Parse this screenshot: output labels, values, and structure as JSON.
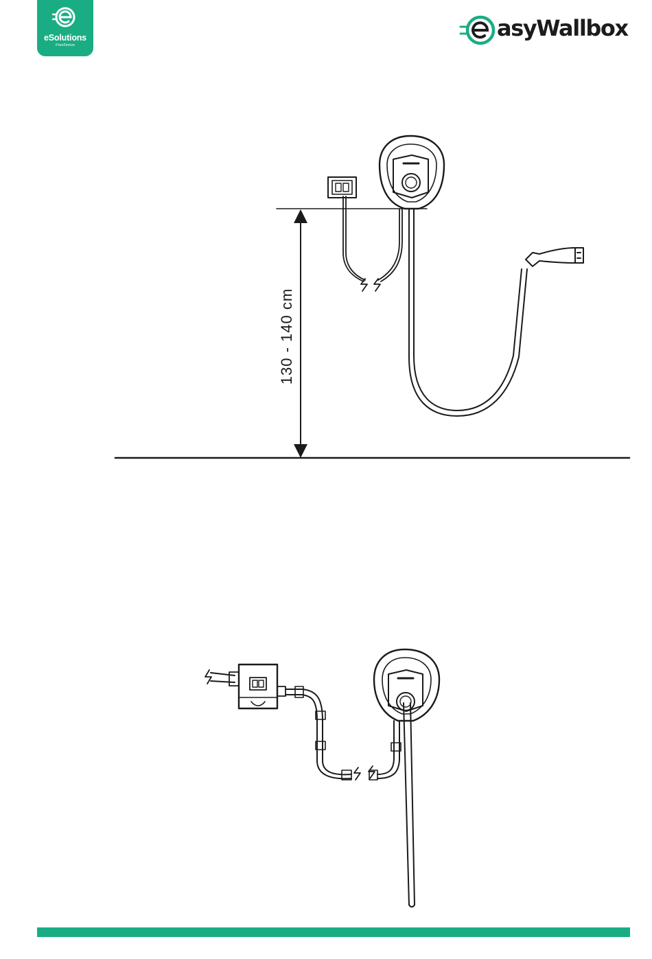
{
  "header": {
    "left_logo": {
      "brand": "eSolutions",
      "sub": "Free2move",
      "icon": "e-plug-icon",
      "background_color": "#1aad84"
    },
    "right_logo": {
      "wordmark": "asyWallbox",
      "icon": "e-plug-circle-icon",
      "accent_color": "#1aad84"
    }
  },
  "mounting_height": {
    "label": "130 - 140 cm"
  },
  "footer": {
    "bar_color": "#1aad84"
  }
}
